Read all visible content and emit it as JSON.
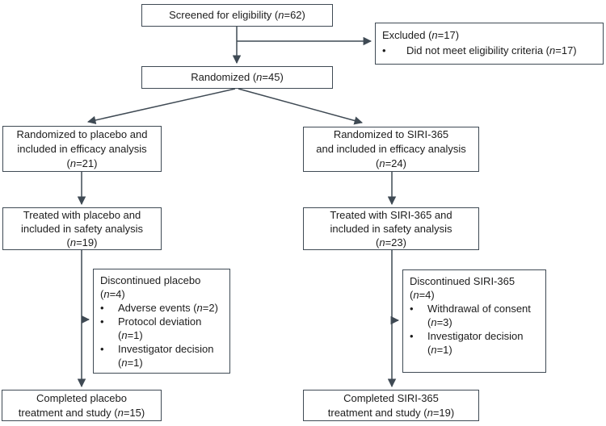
{
  "colors": {
    "line": "#3f4a54",
    "text": "#1c1c1c",
    "background": "#ffffff"
  },
  "glyphs": {
    "bullet": "•"
  },
  "boxes": {
    "screened": {
      "lines": [
        "Screened for eligibility (n=62)"
      ]
    },
    "excluded": {
      "title": "Excluded (n=17)",
      "bullets": [
        "Did not meet eligibility criteria (n=17)"
      ]
    },
    "randomized": {
      "lines": [
        "Randomized (n=45)"
      ]
    },
    "placebo_efficacy": {
      "lines": [
        "Randomized to placebo and",
        "included in efficacy analysis",
        "(n=21)"
      ]
    },
    "siri_efficacy": {
      "lines": [
        "Randomized to SIRI-365",
        "and included in efficacy analysis",
        "(n=24)"
      ]
    },
    "placebo_safety": {
      "lines": [
        "Treated with placebo and",
        "included in safety analysis",
        "(n=19)"
      ]
    },
    "siri_safety": {
      "lines": [
        "Treated with SIRI-365 and",
        "included in safety analysis",
        "(n=23)"
      ]
    },
    "placebo_discontinued": {
      "title_lines": [
        "Discontinued placebo",
        "(n=4)"
      ],
      "bullets": [
        "Adverse events (n=2)",
        "Protocol deviation (n=1)",
        "Investigator decision (n=1)"
      ]
    },
    "siri_discontinued": {
      "title_lines": [
        "Discontinued SIRI-365",
        "(n=4)"
      ],
      "bullets": [
        "Withdrawal of consent (n=3)",
        "Investigator decision (n=1)"
      ]
    },
    "placebo_completed": {
      "lines": [
        "Completed placebo",
        "treatment and study (n=15)"
      ]
    },
    "siri_completed": {
      "lines": [
        "Completed SIRI-365",
        "treatment and study (n=19)"
      ]
    }
  }
}
